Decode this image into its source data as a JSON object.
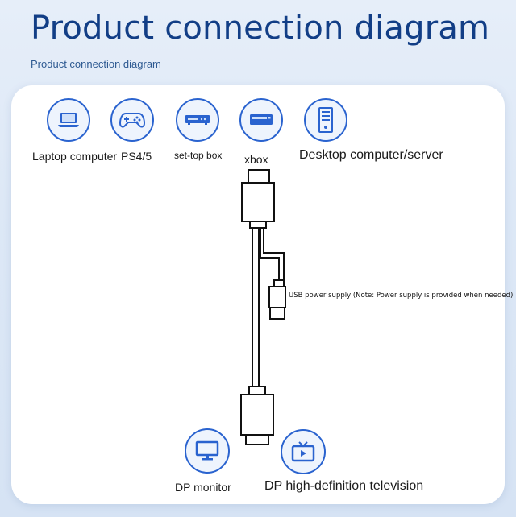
{
  "header": {
    "title": "Product connection diagram",
    "subtitle": "Product connection diagram"
  },
  "sources": [
    {
      "label": "Laptop computer",
      "icon": "laptop-icon"
    },
    {
      "label": "PS4/5",
      "icon": "gamepad-icon"
    },
    {
      "label": "set-top box",
      "icon": "set-top-box-icon"
    },
    {
      "label": "xbox",
      "icon": "xbox-console-icon"
    },
    {
      "label": "Desktop computer/server",
      "icon": "desktop-tower-icon"
    }
  ],
  "usb_note": "USB power supply (Note: Power supply is provided when needed)",
  "outputs": [
    {
      "label": "DP monitor",
      "icon": "monitor-icon"
    },
    {
      "label": "DP high-definition television",
      "icon": "tv-icon"
    }
  ],
  "colors": {
    "title": "#123e86",
    "icon_stroke": "#2a63cf",
    "icon_fill": "#eef4fd",
    "background": "#dde8f6"
  }
}
